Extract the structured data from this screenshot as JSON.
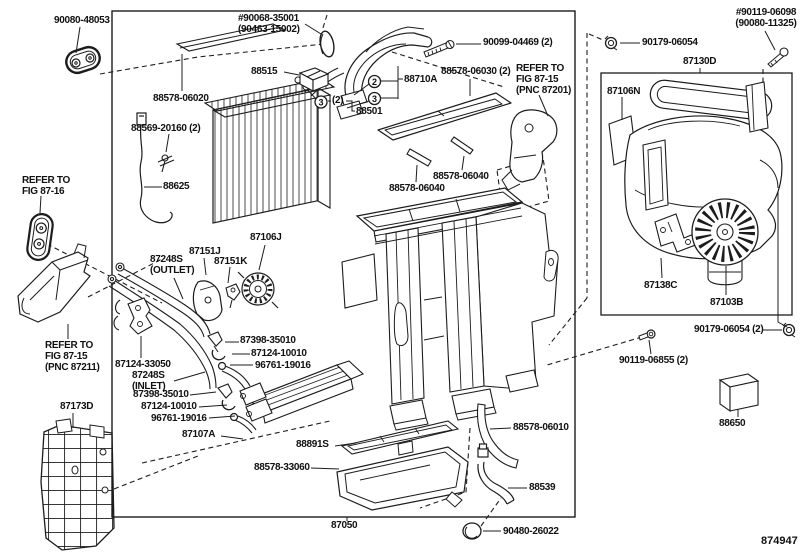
{
  "colors": {
    "line": "#1c1c1c",
    "background": "#ffffff"
  },
  "labels": [
    {
      "name": "label-90080-48053",
      "text": "90080-48053"
    },
    {
      "name": "label-90068-35001",
      "text": "#90068-35001\n(90463-15002)"
    },
    {
      "name": "label-88515",
      "text": "88515"
    },
    {
      "name": "label-88578-06020",
      "text": "88578-06020"
    },
    {
      "name": "label-88569-20160",
      "text": "88569-20160 (2)"
    },
    {
      "name": "label-88625",
      "text": "88625"
    },
    {
      "name": "label-refer-fig-87-16",
      "text": "REFER TO\nFIG 87-16"
    },
    {
      "name": "label-90099-04469",
      "text": "90099-04469 (2)"
    },
    {
      "name": "label-88578-06030",
      "text": "88578-06030 (2)"
    },
    {
      "name": "label-refer-fig-87-15-pnc-87201",
      "text": "REFER TO\nFIG 87-15\n(PNC 87201)"
    },
    {
      "name": "label-88710a",
      "text": "88710A"
    },
    {
      "name": "label-88501",
      "text": "88501"
    },
    {
      "name": "label-qty-2",
      "text": "(2)"
    },
    {
      "name": "label-88578-06040-a",
      "text": "88578-06040"
    },
    {
      "name": "label-88578-06040-b",
      "text": "88578-06040"
    },
    {
      "name": "label-87130d",
      "text": "87130D"
    },
    {
      "name": "label-90179-06054-top",
      "text": "90179-06054"
    },
    {
      "name": "label-90119-06098",
      "text": "#90119-06098\n(90080-11325)"
    },
    {
      "name": "label-87106n",
      "text": "87106N"
    },
    {
      "name": "label-87138c",
      "text": "87138C"
    },
    {
      "name": "label-87103b",
      "text": "87103B"
    },
    {
      "name": "label-90179-06054-2",
      "text": "90179-06054 (2)"
    },
    {
      "name": "label-90119-06855",
      "text": "90119-06855 (2)"
    },
    {
      "name": "label-88650",
      "text": "88650"
    },
    {
      "name": "label-87106j",
      "text": "87106J"
    },
    {
      "name": "label-87151j",
      "text": "87151J"
    },
    {
      "name": "label-87151k",
      "text": "87151K"
    },
    {
      "name": "label-87248s-outlet",
      "text": "87248S\n(OUTLET)"
    },
    {
      "name": "label-87398-35010-a",
      "text": "87398-35010"
    },
    {
      "name": "label-87124-10010-a",
      "text": "87124-10010"
    },
    {
      "name": "label-96761-19016-a",
      "text": "96761-19016"
    },
    {
      "name": "label-87124-33050",
      "text": "87124-33050"
    },
    {
      "name": "label-87248s-inlet",
      "text": "87248S\n(INLET)"
    },
    {
      "name": "label-87398-35010-b",
      "text": "87398-35010"
    },
    {
      "name": "label-87124-10010-b",
      "text": "87124-10010"
    },
    {
      "name": "label-96761-19016-b",
      "text": "96761-19016"
    },
    {
      "name": "label-87173d",
      "text": "87173D"
    },
    {
      "name": "label-refer-fig-87-15-pnc-87211",
      "text": "REFER TO\nFIG 87-15\n(PNC 87211)"
    },
    {
      "name": "label-87107a",
      "text": "87107A"
    },
    {
      "name": "label-88891s",
      "text": "88891S"
    },
    {
      "name": "label-88578-33060",
      "text": "88578-33060"
    },
    {
      "name": "label-87050",
      "text": "87050"
    },
    {
      "name": "label-88578-06010",
      "text": "88578-06010"
    },
    {
      "name": "label-88539",
      "text": "88539"
    },
    {
      "name": "label-90480-26022",
      "text": "90480-26022"
    },
    {
      "name": "label-drawing-number",
      "text": "874947"
    }
  ],
  "circled_numbers": [
    {
      "n": "2"
    },
    {
      "n": "3"
    },
    {
      "n": "3"
    }
  ]
}
